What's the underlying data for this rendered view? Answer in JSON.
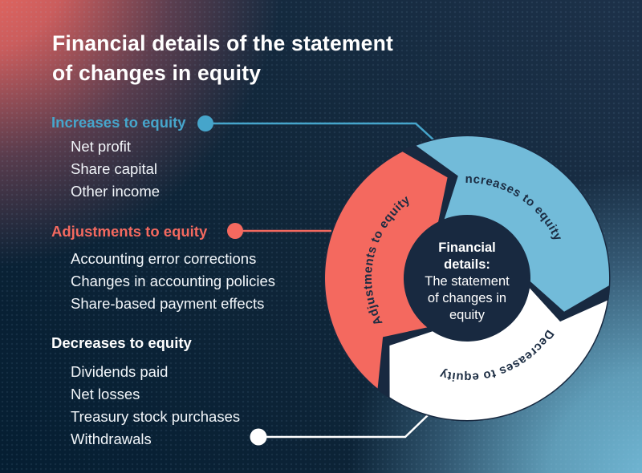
{
  "title": {
    "line1": "Financial details of the statement",
    "line2": "of changes in equity"
  },
  "legend_sections": [
    {
      "heading": "Increases to equity",
      "accent": "#46a5cb",
      "items": [
        "Net profit",
        "Share capital",
        "Other income"
      ]
    },
    {
      "heading": "Adjustments to equity",
      "accent": "#f4695f",
      "items": [
        "Accounting error corrections",
        "Changes in accounting policies",
        "Share-based payment effects"
      ]
    },
    {
      "heading": "Decreases to equity",
      "accent": "#ffffff",
      "items": [
        "Dividends paid",
        "Net losses",
        "Treasury stock purchases",
        "Withdrawals"
      ]
    }
  ],
  "cycle_diagram": {
    "segments": [
      {
        "label": "Increases to equity",
        "color": "#72bbd9"
      },
      {
        "label": "Decreases to equity",
        "color": "#ffffff"
      },
      {
        "label": "Adjustments to equity",
        "color": "#f4695f"
      }
    ],
    "label_text_color": "#1b2c42",
    "center": {
      "bold_line1": "Financial",
      "bold_line2": "details:",
      "line1": "The statement",
      "line2": "of changes in",
      "line3": "equity"
    }
  },
  "colors": {
    "background_navy": "#0f2437",
    "corner_glow_red": "#ee6a60",
    "corner_glow_blue": "#72b9d6",
    "disc_navy": "#182940"
  }
}
